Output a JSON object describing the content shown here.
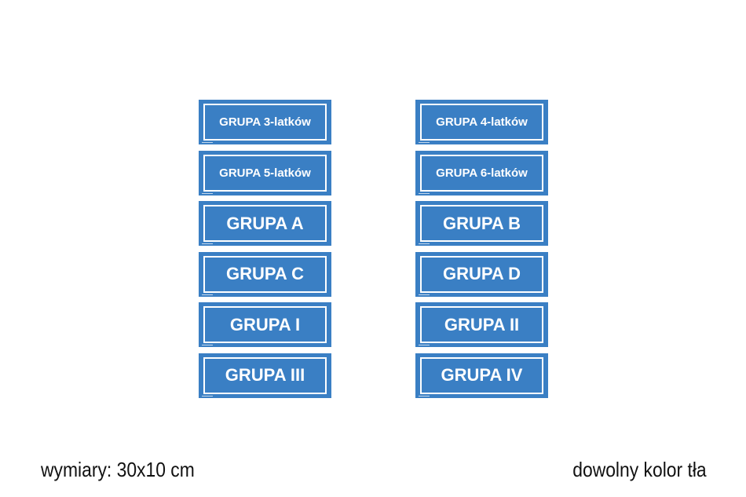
{
  "colors": {
    "sign_background": "#3a7fc4",
    "sign_text": "#ffffff",
    "page_background": "#ffffff"
  },
  "signs": {
    "left": [
      {
        "label": "GRUPA 3-latków",
        "size": "small"
      },
      {
        "label": "GRUPA 5-latków",
        "size": "small"
      },
      {
        "label": "GRUPA A",
        "size": "big"
      },
      {
        "label": "GRUPA C",
        "size": "big"
      },
      {
        "label": "GRUPA I",
        "size": "big"
      },
      {
        "label": "GRUPA III",
        "size": "big"
      }
    ],
    "right": [
      {
        "label": "GRUPA 4-latków",
        "size": "small"
      },
      {
        "label": "GRUPA 6-latków",
        "size": "small"
      },
      {
        "label": "GRUPA B",
        "size": "big"
      },
      {
        "label": "GRUPA D",
        "size": "big"
      },
      {
        "label": "GRUPA II",
        "size": "big"
      },
      {
        "label": "GRUPA IV",
        "size": "big"
      }
    ]
  },
  "footer": {
    "dimensions": "wymiary: 30x10 cm",
    "color_note": "dowolny kolor tła"
  }
}
